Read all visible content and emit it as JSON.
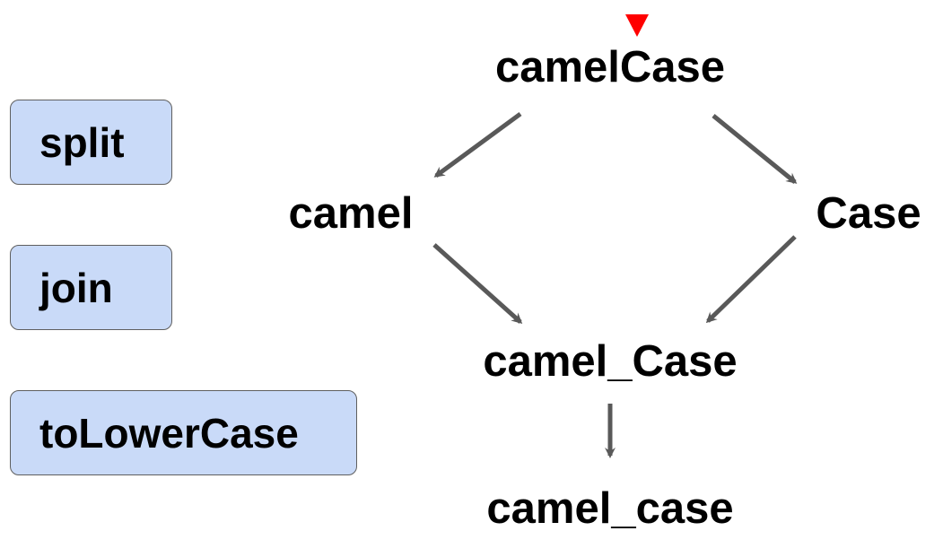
{
  "buttons": {
    "split": "split",
    "join": "join",
    "lower": "toLowerCase"
  },
  "diagram": {
    "input": "camelCase",
    "left_part": "camel",
    "right_part": "Case",
    "joined": "camel_Case",
    "output": "camel_case"
  },
  "colors": {
    "button_fill": "#c9daf8",
    "button_border": "#5f5f5f",
    "arrow": "#595959",
    "cursor_marker": "#ff0000"
  },
  "icons": {
    "cursor": "down-triangle-marker",
    "edge": "arrow"
  }
}
